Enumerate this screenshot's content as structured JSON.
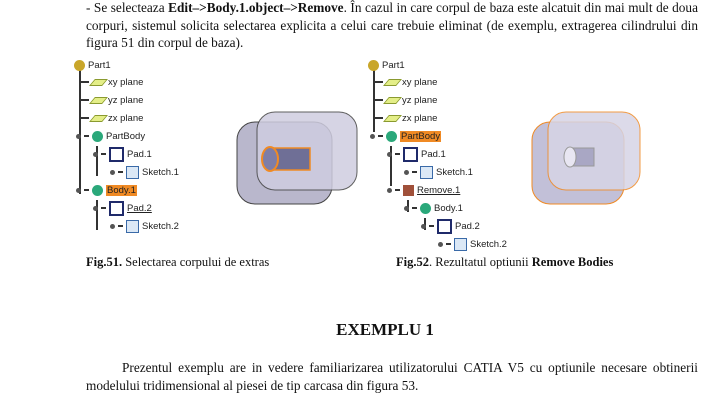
{
  "intro": {
    "dash": "- Se selecteaza ",
    "cmd": "Edit–>Body.1.object–>Remove",
    "rest": ". În cazul in care corpul de baza este alcatuit din mai mult de doua corpuri, sistemul solicita selectarea explicita a celui care trebuie eliminat (de exemplu, extragerea cilindrului din figura 51 din corpul de baza)."
  },
  "fig51": {
    "tree": [
      "Part1",
      "xy plane",
      "yz plane",
      "zx plane",
      "PartBody",
      "Pad.1",
      "Sketch.1",
      "Body.1",
      "Pad.2",
      "Sketch.2"
    ],
    "caption_bold": "Fig.51.",
    "caption": " Selectarea corpului de extras"
  },
  "fig52": {
    "tree": [
      "Part1",
      "xy plane",
      "yz plane",
      "zx plane",
      "PartBody",
      "Pad.1",
      "Sketch.1",
      "Remove.1",
      "Body.1",
      "Pad.2",
      "Sketch.2"
    ],
    "caption_bold": "Fig.52",
    "caption": ". Rezultatul optiunii ",
    "caption_bold2": "Remove Bodies"
  },
  "heading": "EXEMPLU 1",
  "para": "Prezentul exemplu are in vedere familiarizarea utilizatorului CATIA V5 cu optiunile necesare obtinerii modelului tridimensional al piesei de tip carcasa din figura 53.",
  "colors": {
    "highlight": "#f08a24"
  }
}
